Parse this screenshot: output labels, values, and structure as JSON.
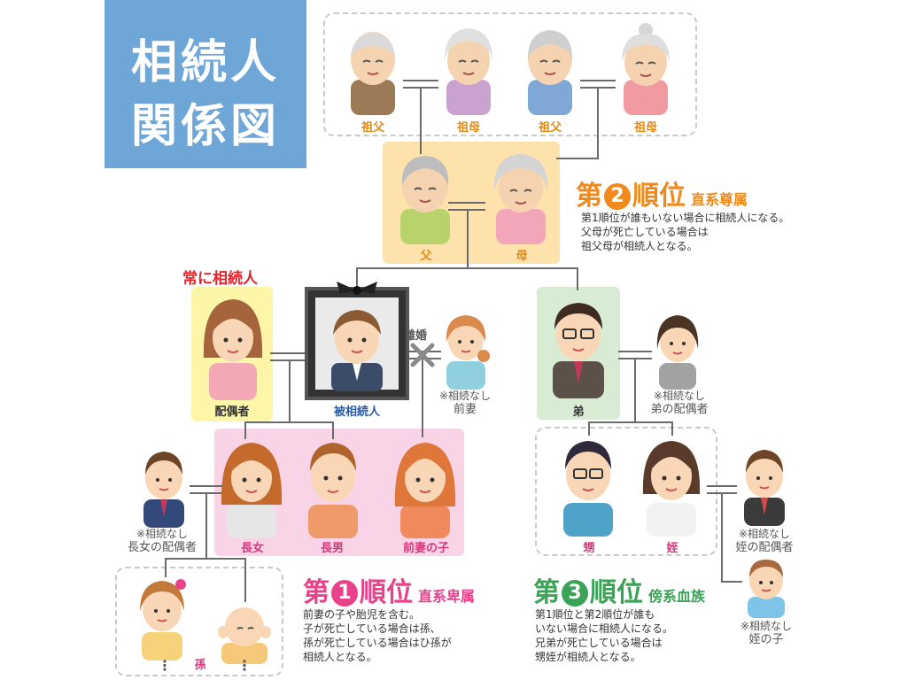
{
  "title": {
    "line1": "相続人",
    "line2": "関係図"
  },
  "grandparents": [
    "祖父",
    "祖母",
    "祖父",
    "祖母"
  ],
  "parents": {
    "father": "父",
    "mother": "母"
  },
  "always_heir": "常に相続人",
  "spouse": "配偶者",
  "deceased": "被相続人",
  "divorce": "離婚",
  "ex_wife": {
    "note": "※相続なし",
    "name": "前妻"
  },
  "brother": "弟",
  "brother_spouse": {
    "note": "※相続なし",
    "name": "弟の配偶者"
  },
  "children": [
    "長女",
    "長男",
    "前妻の子"
  ],
  "daughter_spouse": {
    "note": "※相続なし",
    "name": "長女の配偶者"
  },
  "grandchildren": {
    "label": "孫",
    "dots": "⋮"
  },
  "nephew": "甥",
  "niece": "姪",
  "niece_spouse": {
    "note": "※相続なし",
    "name": "姪の配偶者"
  },
  "niece_child": {
    "note": "※相続なし",
    "name": "姪の子"
  },
  "rank2": {
    "pre": "第",
    "num": "2",
    "post": "順位",
    "sub": "直系尊属",
    "lines": [
      "第1順位が誰もいない場合に相続人になる。",
      "父母が死亡している場合は",
      "祖父母が相続人となる。"
    ]
  },
  "rank1": {
    "pre": "第",
    "num": "1",
    "post": "順位",
    "sub": "直系卑属",
    "lines": [
      "前妻の子や胎児を含む。",
      "子が死亡している場合は孫、",
      "孫が死亡している場合はひ孫が",
      "相続人となる。"
    ]
  },
  "rank3": {
    "pre": "第",
    "num": "3",
    "post": "順位",
    "sub": "傍系血族",
    "lines": [
      "第1順位と第2順位が誰も",
      "いない場合に相続人になる。",
      "兄弟が死亡している場合は",
      "甥姪が相続人となる。"
    ]
  },
  "colors": {
    "title_bg": "#6fa6d8",
    "rank1": "#e8428a",
    "rank2": "#f08a1c",
    "rank3": "#3aa356",
    "always": "#e0242b",
    "spouse_panel": "#fdf6a8",
    "parents_panel": "#fde2ac",
    "children_panel": "#f9d4e6",
    "brother_panel": "#d7ecd2"
  }
}
